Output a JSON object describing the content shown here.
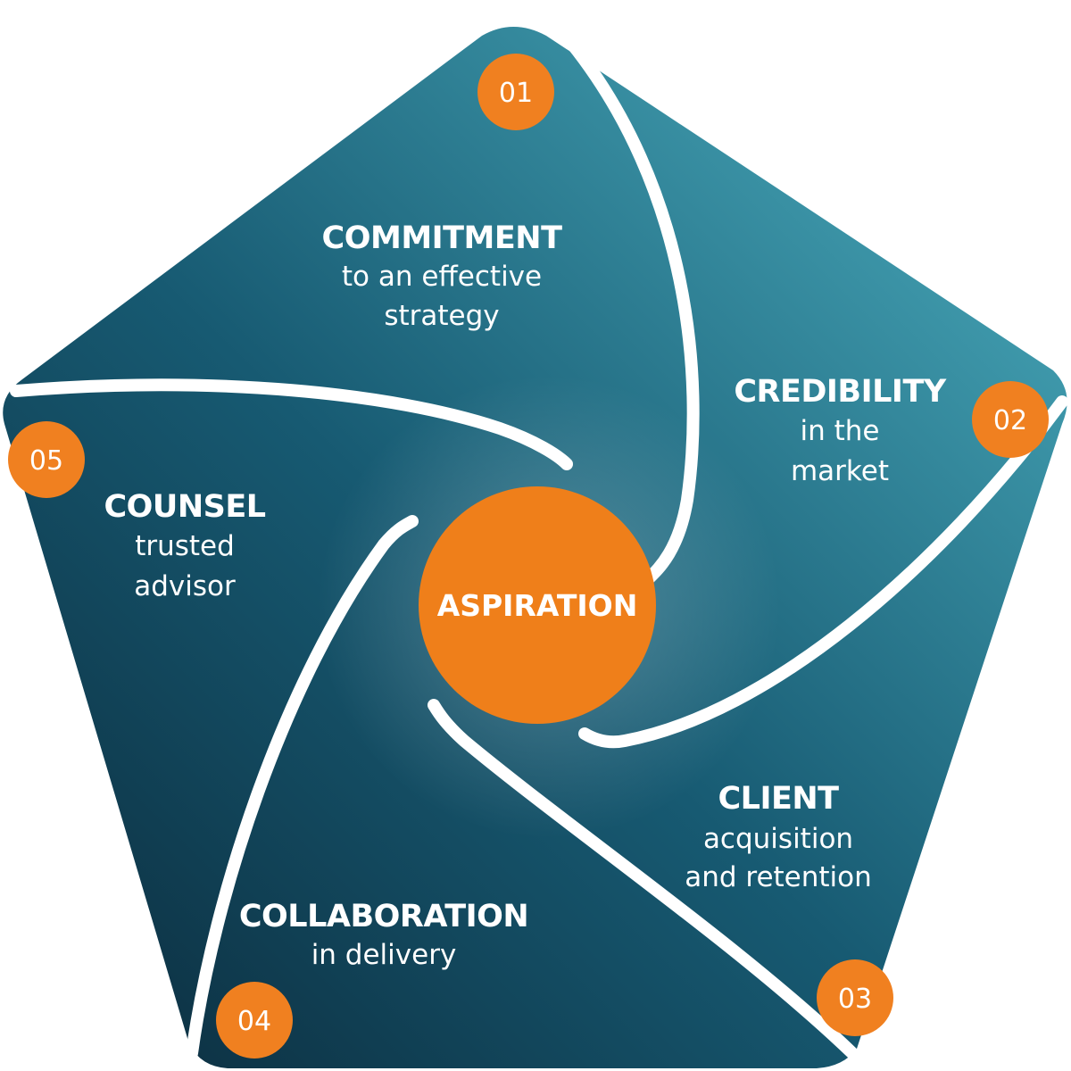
{
  "colors": {
    "segment_dark": "#0e3548",
    "segment_light": "#3a9bb0",
    "badge": "#f08020",
    "center": "#ef7f1a",
    "divider": "#ffffff"
  },
  "center": {
    "label": "ASPIRATION"
  },
  "segments": [
    {
      "number": "01",
      "title": "COMMITMENT",
      "lines": [
        "to an effective",
        "strategy"
      ]
    },
    {
      "number": "02",
      "title": "CREDIBILITY",
      "lines": [
        "in the",
        "market"
      ]
    },
    {
      "number": "03",
      "title": "CLIENT",
      "lines": [
        "acquisition",
        "and retention"
      ]
    },
    {
      "number": "04",
      "title": "COLLABORATION",
      "lines": [
        "in delivery"
      ]
    },
    {
      "number": "05",
      "title": "COUNSEL",
      "lines": [
        "trusted",
        "advisor"
      ]
    }
  ]
}
